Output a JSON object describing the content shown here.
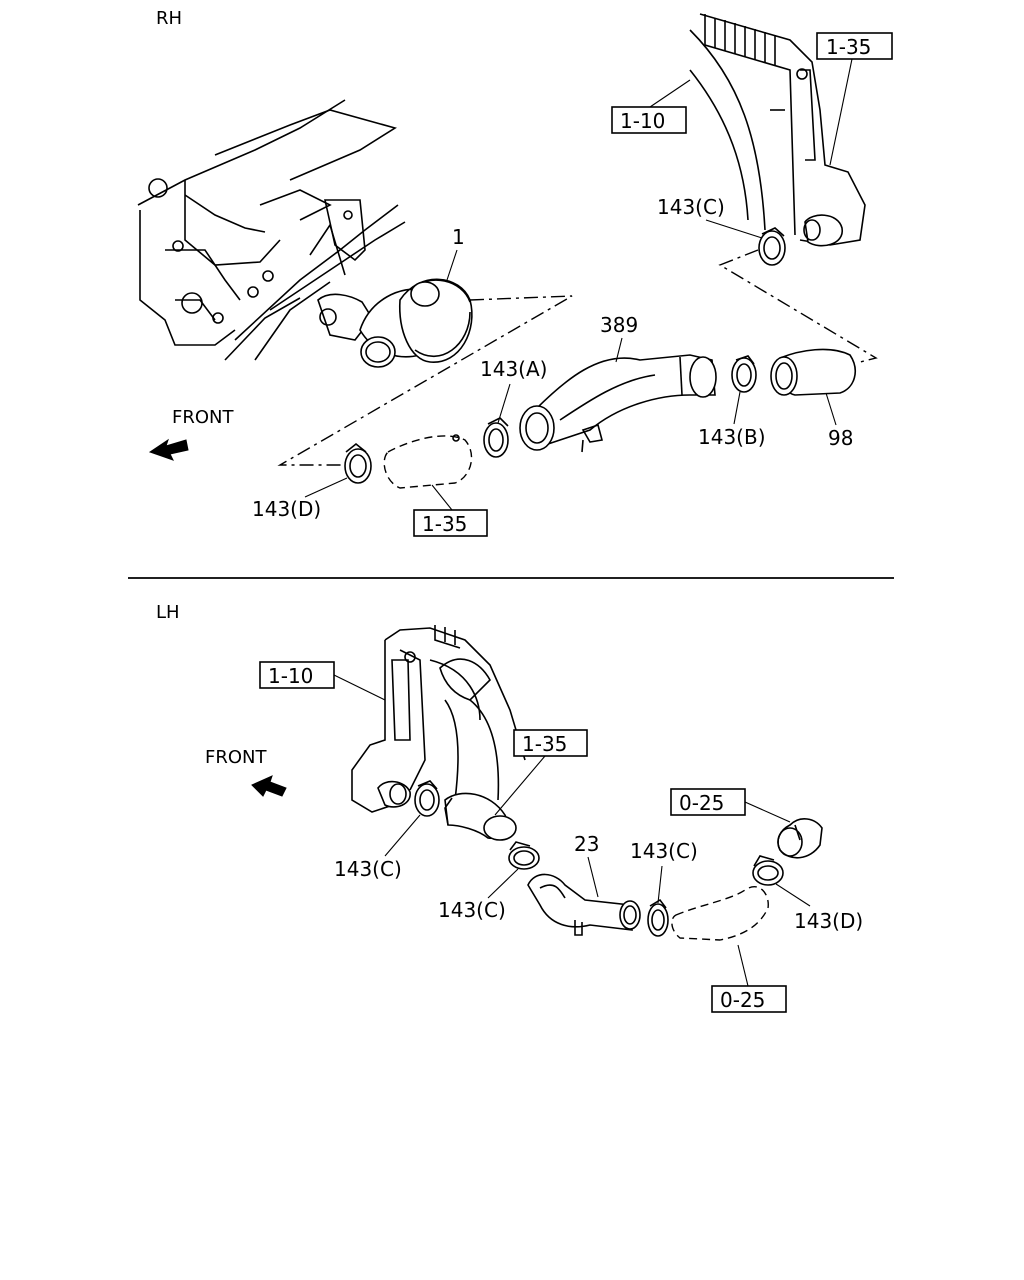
{
  "sections": {
    "rh": "RH",
    "lh": "LH"
  },
  "front_label": "FRONT",
  "rh": {
    "ref_1_35_top": "1-35",
    "ref_1_10": "1-10",
    "clamp_143c": "143(C)",
    "part_1": "1",
    "part_389": "389",
    "clamp_143a": "143(A)",
    "clamp_143b": "143(B)",
    "part_98": "98",
    "clamp_143d": "143(D)",
    "ref_1_35_bottom": "1-35"
  },
  "lh": {
    "ref_1_10": "1-10",
    "ref_1_35": "1-35",
    "clamp_143c_left": "143(C)",
    "clamp_143c_mid": "143(C)",
    "part_23": "23",
    "clamp_143c_right": "143(C)",
    "ref_0_25_top": "0-25",
    "clamp_143d": "143(D)",
    "ref_0_25_bottom": "0-25"
  }
}
